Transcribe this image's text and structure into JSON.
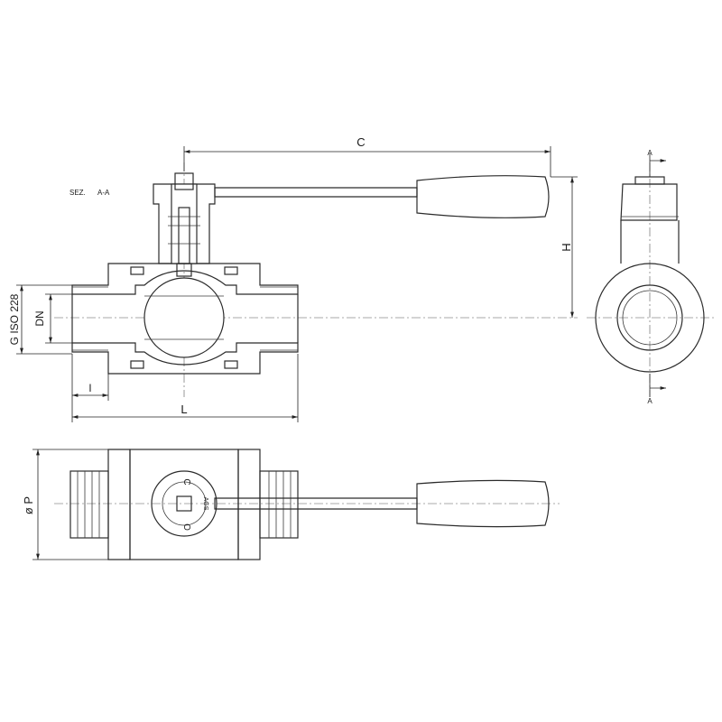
{
  "section_title": "SEZ.",
  "section_name": "A-A",
  "dims": {
    "C": "C",
    "H": "H",
    "L": "L",
    "l": "l",
    "DN": "DN",
    "thread": "G ISO 228",
    "diameter": "ø P"
  },
  "section_marker": "A",
  "handle_marks": {
    "closed": "C",
    "open": "O",
    "brand": "AGS"
  }
}
